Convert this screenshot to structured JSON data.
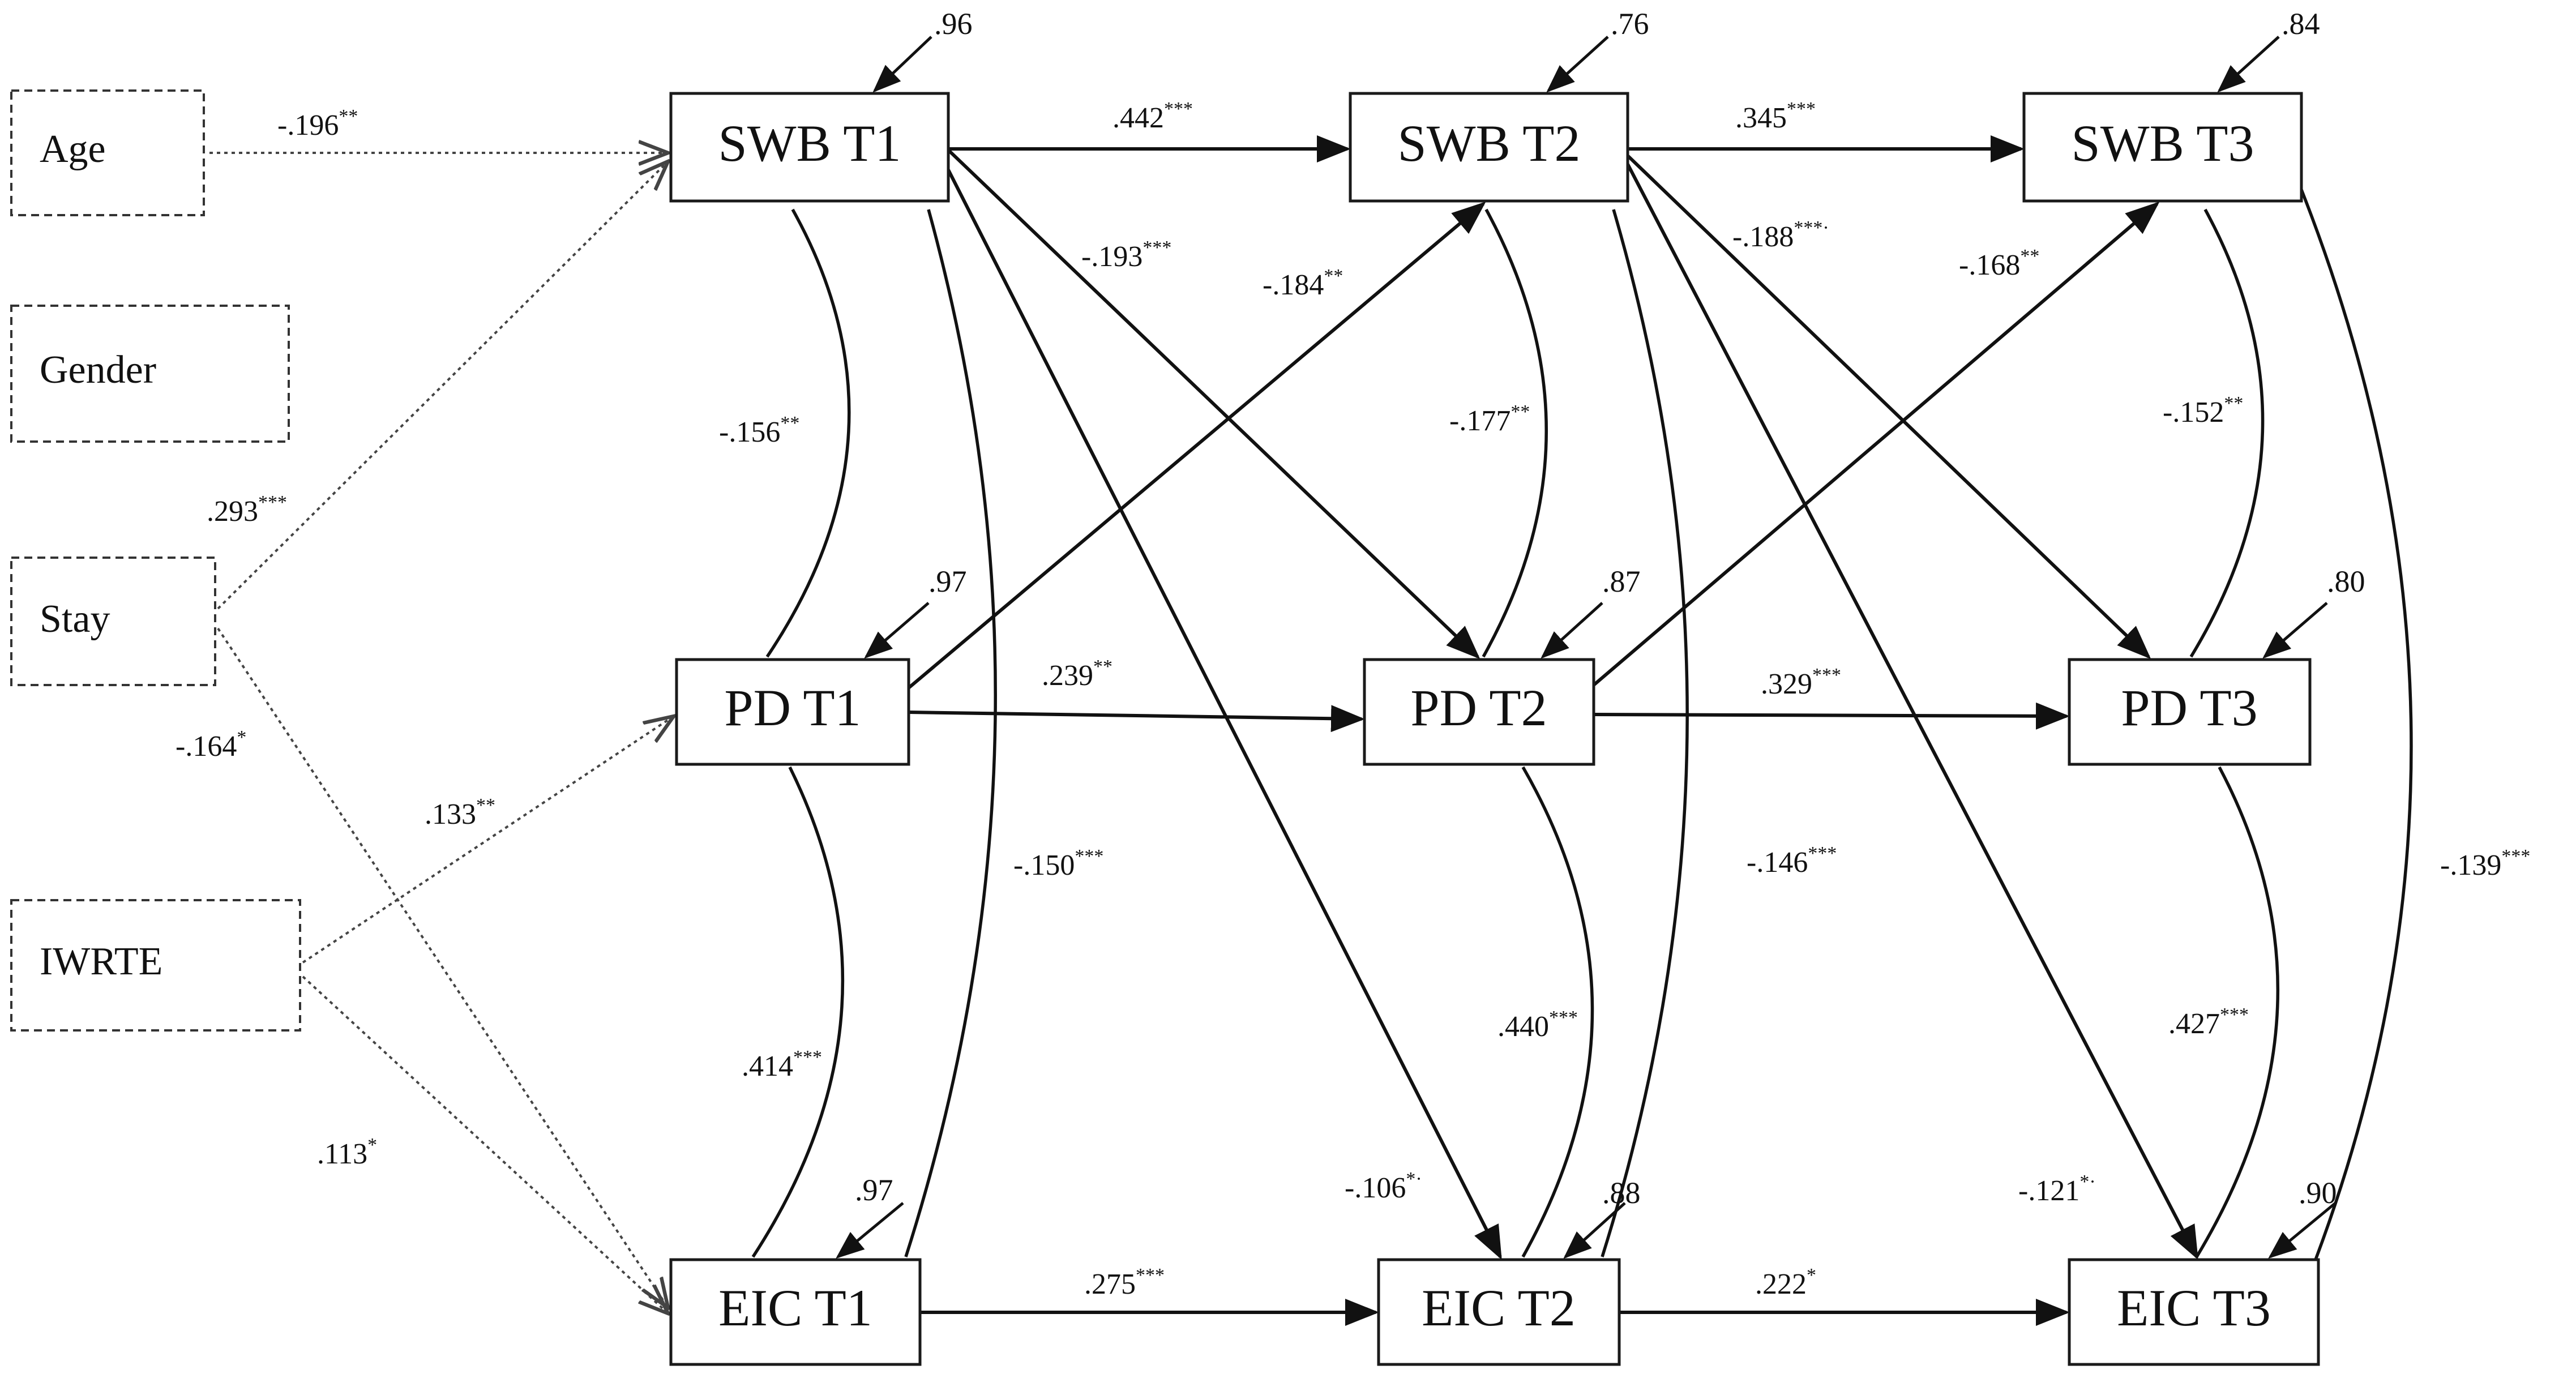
{
  "covariates": [
    {
      "id": "age",
      "label": "Age"
    },
    {
      "id": "gender",
      "label": "Gender"
    },
    {
      "id": "stay",
      "label": "Stay"
    },
    {
      "id": "iwrte",
      "label": "IWRTE"
    }
  ],
  "nodes": [
    {
      "id": "swb1",
      "label": "SWB T1",
      "error": ".96"
    },
    {
      "id": "swb2",
      "label": "SWB T2",
      "error": ".76"
    },
    {
      "id": "swb3",
      "label": "SWB T3",
      "error": ".84"
    },
    {
      "id": "pd1",
      "label": "PD T1",
      "error": ".97"
    },
    {
      "id": "pd2",
      "label": "PD T2",
      "error": ".87"
    },
    {
      "id": "pd3",
      "label": "PD T3",
      "error": ".80"
    },
    {
      "id": "eic1",
      "label": "EIC T1",
      "error": ".97"
    },
    {
      "id": "eic2",
      "label": "EIC T2",
      "error": ".88"
    },
    {
      "id": "eic3",
      "label": "EIC T3",
      "error": ".90"
    }
  ],
  "covariate_paths": [
    {
      "from": "age",
      "to": "swb1",
      "value": "-.196",
      "sig": "**"
    },
    {
      "from": "stay",
      "to": "swb1",
      "value": ".293",
      "sig": "***"
    },
    {
      "from": "stay",
      "to": "eic1",
      "value": "-.164",
      "sig": "*"
    },
    {
      "from": "iwrte",
      "to": "pd1",
      "value": ".133",
      "sig": "**"
    },
    {
      "from": "iwrte",
      "to": "eic1",
      "value": ".113",
      "sig": "*"
    }
  ],
  "paths": [
    {
      "from": "swb1",
      "to": "swb2",
      "value": ".442",
      "sig": "***"
    },
    {
      "from": "swb2",
      "to": "swb3",
      "value": ".345",
      "sig": "***"
    },
    {
      "from": "pd1",
      "to": "pd2",
      "value": ".239",
      "sig": "**"
    },
    {
      "from": "pd2",
      "to": "pd3",
      "value": ".329",
      "sig": "***"
    },
    {
      "from": "eic1",
      "to": "eic2",
      "value": ".275",
      "sig": "***"
    },
    {
      "from": "eic2",
      "to": "eic3",
      "value": ".222",
      "sig": "*"
    },
    {
      "from": "swb1",
      "to": "pd2",
      "value": "-.193",
      "sig": "***"
    },
    {
      "from": "pd1",
      "to": "swb2",
      "value": "-.184",
      "sig": "**"
    },
    {
      "from": "swb2",
      "to": "pd3",
      "value": "-.188",
      "sig": "***·"
    },
    {
      "from": "pd2",
      "to": "swb3",
      "value": "-.168",
      "sig": "**"
    },
    {
      "from": "swb1",
      "to": "eic2",
      "value": "-.106",
      "sig": "*·"
    },
    {
      "from": "swb2",
      "to": "eic3",
      "value": "-.121",
      "sig": "*·"
    }
  ],
  "covariances": [
    {
      "a": "swb1",
      "b": "pd1",
      "value": "-.156",
      "sig": "**"
    },
    {
      "a": "pd1",
      "b": "eic1",
      "value": ".414",
      "sig": "***"
    },
    {
      "a": "swb1",
      "b": "eic1",
      "value": "-.150",
      "sig": "***"
    },
    {
      "a": "swb2",
      "b": "pd2",
      "value": "-.177",
      "sig": "**"
    },
    {
      "a": "pd2",
      "b": "eic2",
      "value": ".440",
      "sig": "***"
    },
    {
      "a": "swb2",
      "b": "eic2",
      "value": "-.146",
      "sig": "***"
    },
    {
      "a": "swb3",
      "b": "pd3",
      "value": "-.152",
      "sig": "**"
    },
    {
      "a": "pd3",
      "b": "eic3",
      "value": ".427",
      "sig": "***"
    },
    {
      "a": "swb3",
      "b": "eic3",
      "value": "-.139",
      "sig": "***"
    }
  ]
}
